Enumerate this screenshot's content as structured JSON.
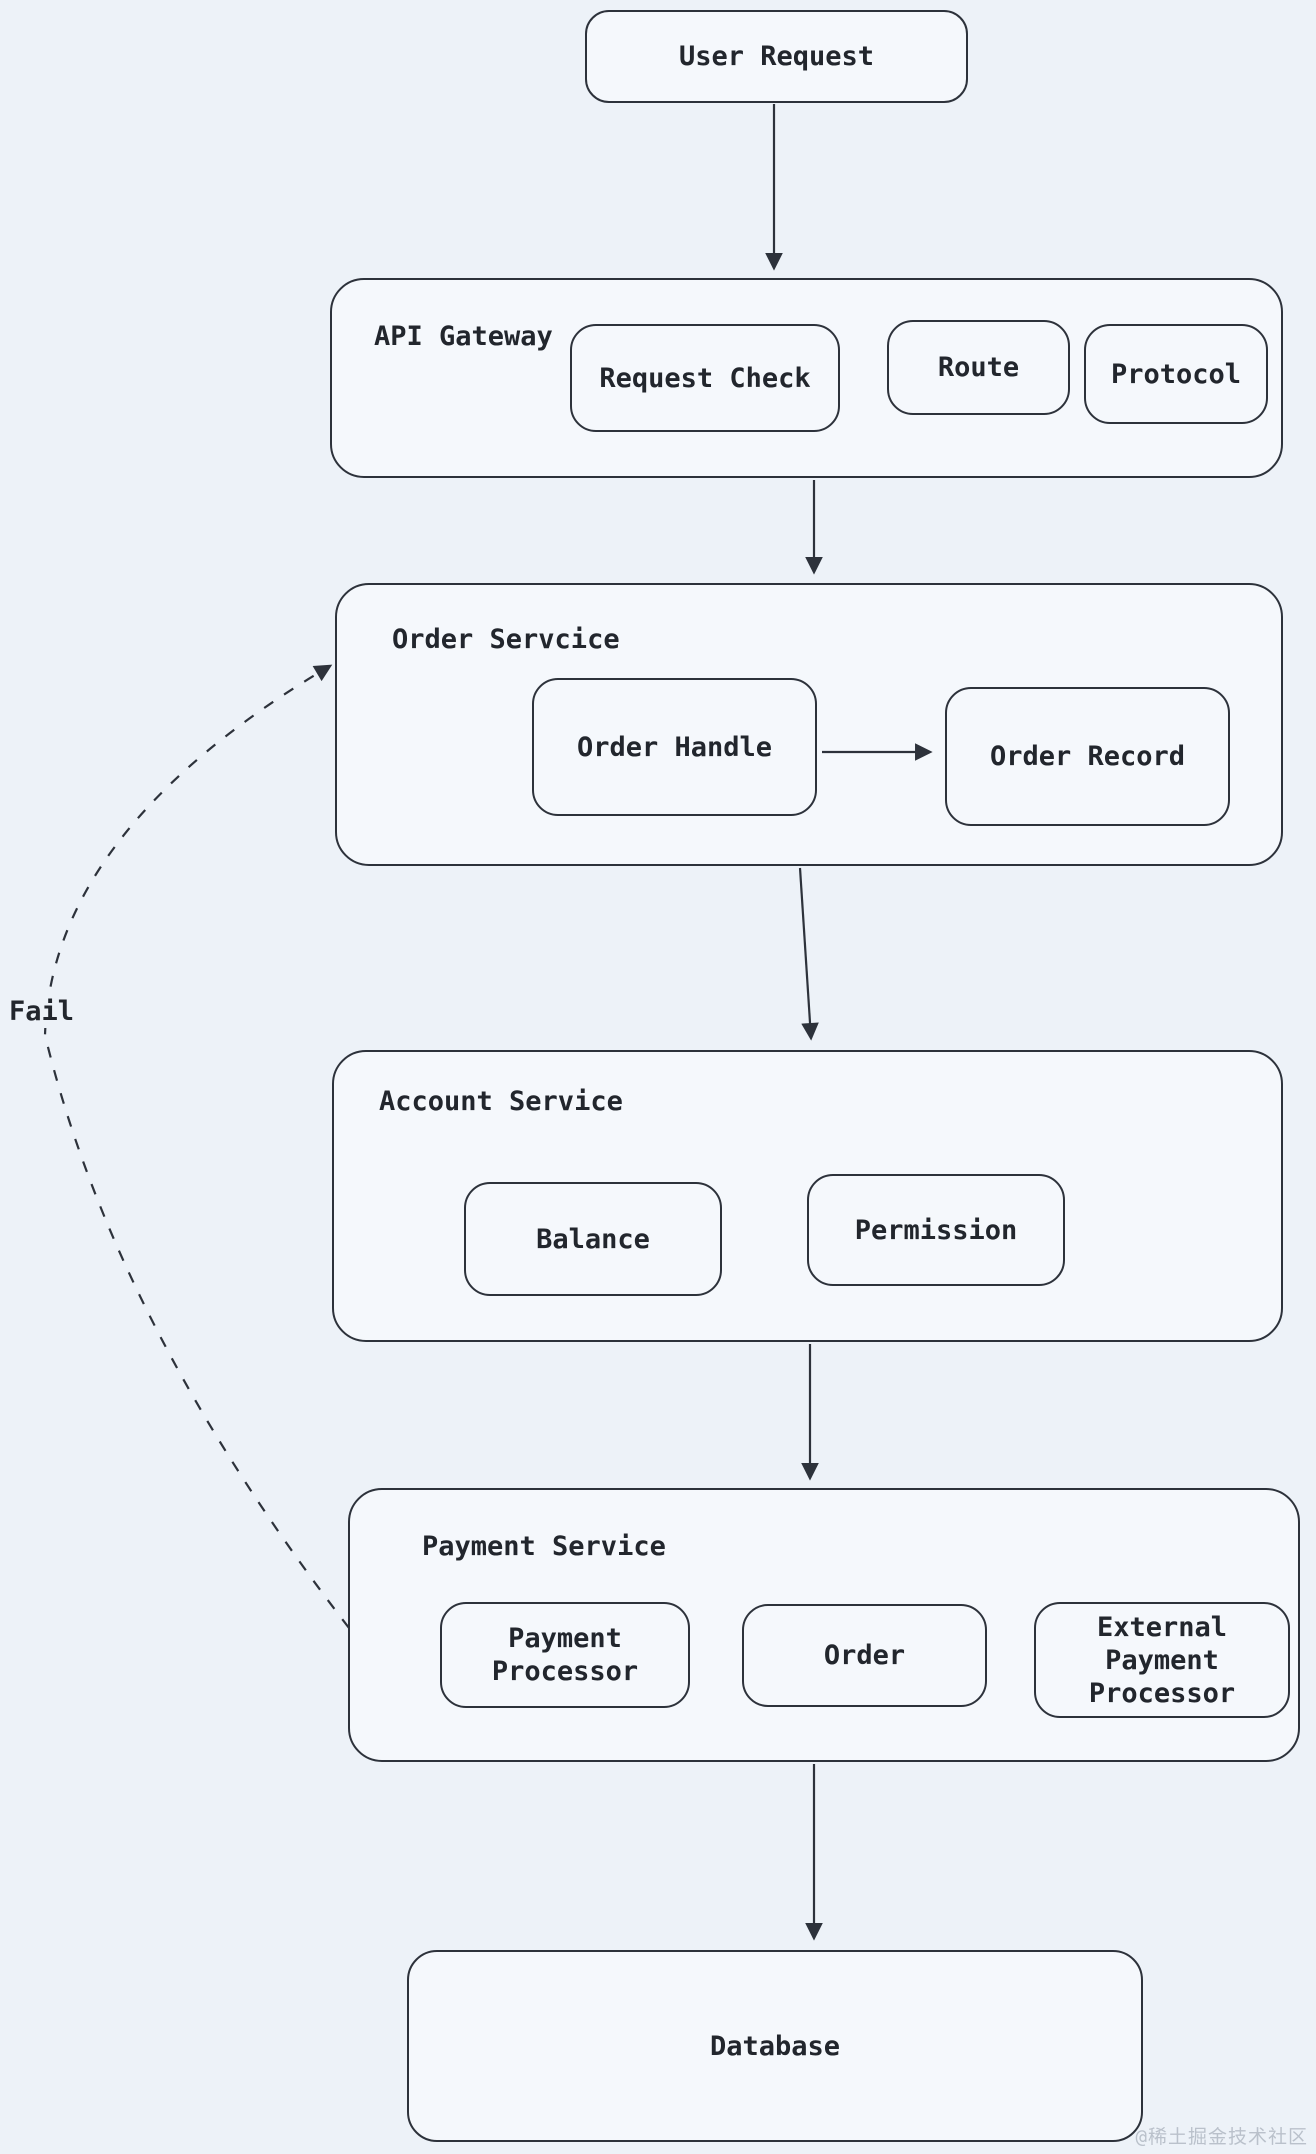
{
  "colors": {
    "background": "#edf2f8",
    "node_fill": "#f5f8fc",
    "stroke": "#2d323b",
    "text": "#22262d",
    "watermark": "#bac1cb"
  },
  "nodes": {
    "user_request": {
      "label": "User Request"
    },
    "api_gateway": {
      "title": "API Gateway",
      "items": [
        {
          "label": "Request Check"
        },
        {
          "label": "Route"
        },
        {
          "label": "Protocol"
        }
      ]
    },
    "order_service": {
      "title": "Order Servcice",
      "items": [
        {
          "label": "Order Handle"
        },
        {
          "label": "Order Record"
        }
      ]
    },
    "account_service": {
      "title": "Account Service",
      "items": [
        {
          "label": "Balance"
        },
        {
          "label": "Permission"
        }
      ]
    },
    "payment_service": {
      "title": "Payment Service",
      "items": [
        {
          "label": "Payment Processor"
        },
        {
          "label": "Order"
        },
        {
          "label": "External Payment Processor"
        }
      ]
    },
    "database": {
      "label": "Database"
    }
  },
  "edges": {
    "fail_label": "Fail"
  },
  "watermark": "@稀土掘金技术社区"
}
